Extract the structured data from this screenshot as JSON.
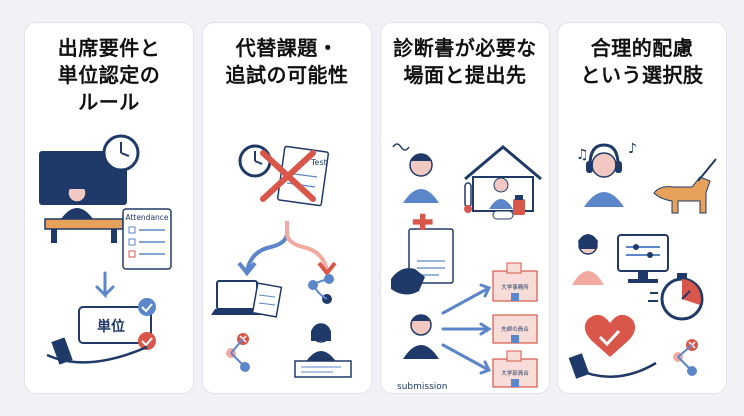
{
  "cards": [
    {
      "title": "出席要件と\n単位認定の\nルール",
      "attendance_label": "Attendance",
      "credit_label": "単位"
    },
    {
      "title": "代替課題・\n追試の可能性",
      "test_paper_label": "Test"
    },
    {
      "title": "診断書が必要な\n場面と提出先",
      "submission_label": "submission",
      "destinations": [
        "大学事務所",
        "先師の員合",
        "大学部員合"
      ]
    },
    {
      "title": "合理的配慮\nという選択肢"
    }
  ],
  "colors": {
    "navy": "#1f3a68",
    "blue": "#5b86c9",
    "red": "#d9574a",
    "pink": "#f2c8c2",
    "orange": "#e6a25a",
    "green_board": "#2b4b3a"
  }
}
